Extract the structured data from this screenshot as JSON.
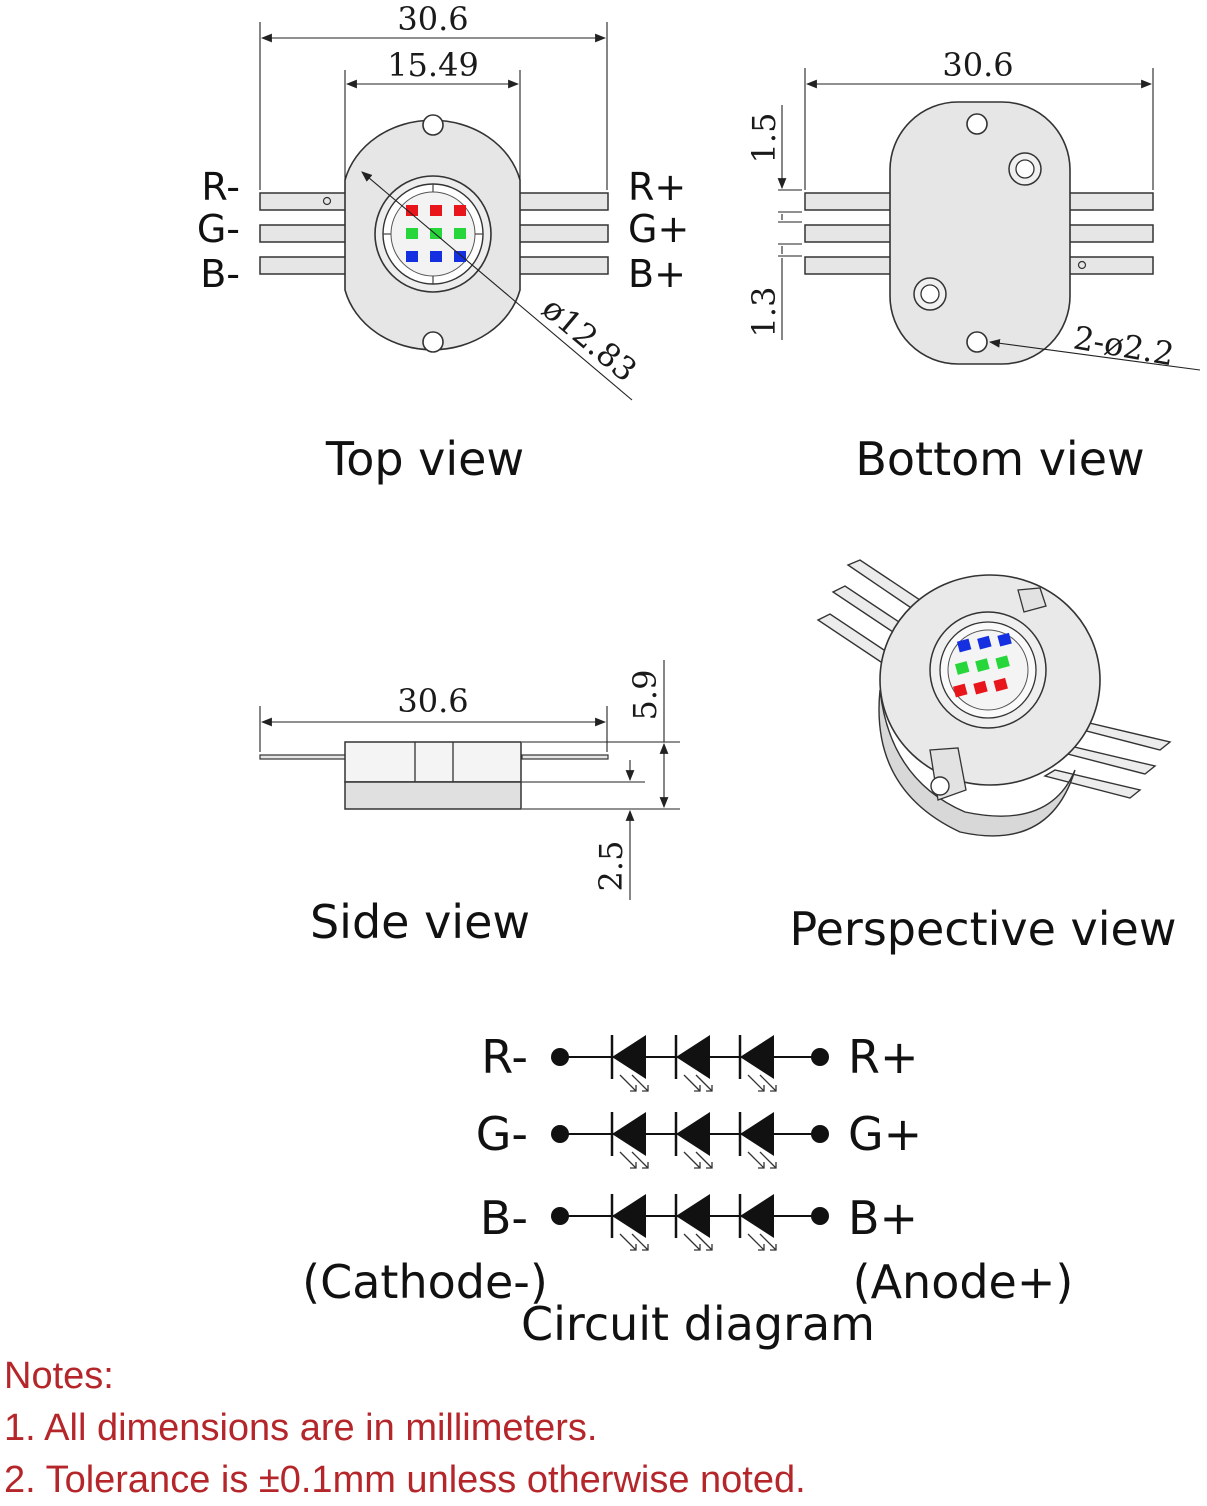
{
  "colors": {
    "body_fill": "#e6e6e6",
    "line": "#222222",
    "red_chip": "#e8161b",
    "green_chip": "#27d63a",
    "blue_chip": "#1530e0",
    "note_text": "#b5262b"
  },
  "top_view": {
    "caption": "Top view",
    "dim_width": "30.6",
    "dim_inner": "15.49",
    "dim_diameter": "ø12.83",
    "pins_left": [
      "R-",
      "G-",
      "B-"
    ],
    "pins_right": [
      "R+",
      "G+",
      "B+"
    ]
  },
  "bottom_view": {
    "caption": "Bottom view",
    "dim_width": "30.6",
    "dim_top": "1.5",
    "dim_bottom": "1.3",
    "dim_holes": "2-ø2.2"
  },
  "side_view": {
    "caption": "Side view",
    "dim_width": "30.6",
    "dim_height": "5.9",
    "dim_lead": "2.5"
  },
  "perspective_view": {
    "caption": "Perspective view"
  },
  "circuit": {
    "caption": "Circuit diagram",
    "left_labels": [
      "R-",
      "G-",
      "B-"
    ],
    "right_labels": [
      "R+",
      "G+",
      "B+"
    ],
    "cathode_label": "(Cathode-)",
    "anode_label": "(Anode+)"
  },
  "notes": {
    "title": "Notes:",
    "line1": "1. All dimensions are in millimeters.",
    "line2": "2. Tolerance is ±0.1mm unless otherwise noted."
  }
}
